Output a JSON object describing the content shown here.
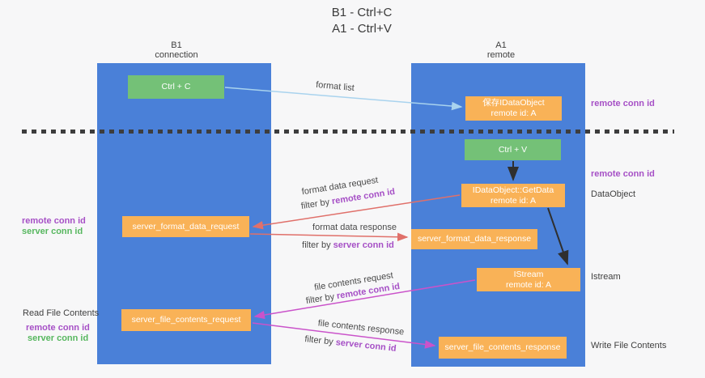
{
  "title": {
    "line1": "B1 - Ctrl+C",
    "line2": "A1 - Ctrl+V"
  },
  "columns": {
    "left": {
      "header_line1": "B1",
      "header_line2": "connection"
    },
    "right": {
      "header_line1": "A1",
      "header_line2": "remote"
    }
  },
  "boxes": {
    "ctrl_c": "Ctrl + C",
    "save_idataobject_line1": "保存IDataObject",
    "save_idataobject_line2": "remote id: A",
    "ctrl_v": "Ctrl + V",
    "getdata_line1": "IDataObject::GetData",
    "getdata_line2": "remote id: A",
    "format_request": "server_format_data_request",
    "format_response": "server_format_data_response",
    "istream_line1": "IStream",
    "istream_line2": "remote id: A",
    "file_request": "server_file_contents_request",
    "file_response": "server_file_contents_response"
  },
  "annotations": {
    "format_list": "format list",
    "format_data_request": "format data request",
    "format_data_response": "format data response",
    "file_contents_request": "file contents request",
    "file_contents_response": "file contents response",
    "filter_by": "filter by",
    "remote_conn_id": "remote conn id",
    "server_conn_id": "server conn id"
  },
  "side_labels": {
    "remote_conn_id": "remote conn id",
    "server_conn_id": "server conn id",
    "dataobject": "DataObject",
    "istream": "Istream",
    "read_file_contents": "Read File Contents",
    "write_file_contents": "Write File Contents"
  },
  "colors": {
    "background": "#f7f7f8",
    "lifeline_blue": "#4a80d8",
    "node_green": "#74c177",
    "node_orange": "#f9b257",
    "arrow_light_blue": "#a9d3ee",
    "arrow_red": "#e0706a",
    "arrow_magenta": "#ca53ca",
    "arrow_black": "#2f2f2f",
    "text_purple": "#a650c6",
    "text_green": "#57b75f",
    "dashed_line": "#3d3d3d"
  }
}
